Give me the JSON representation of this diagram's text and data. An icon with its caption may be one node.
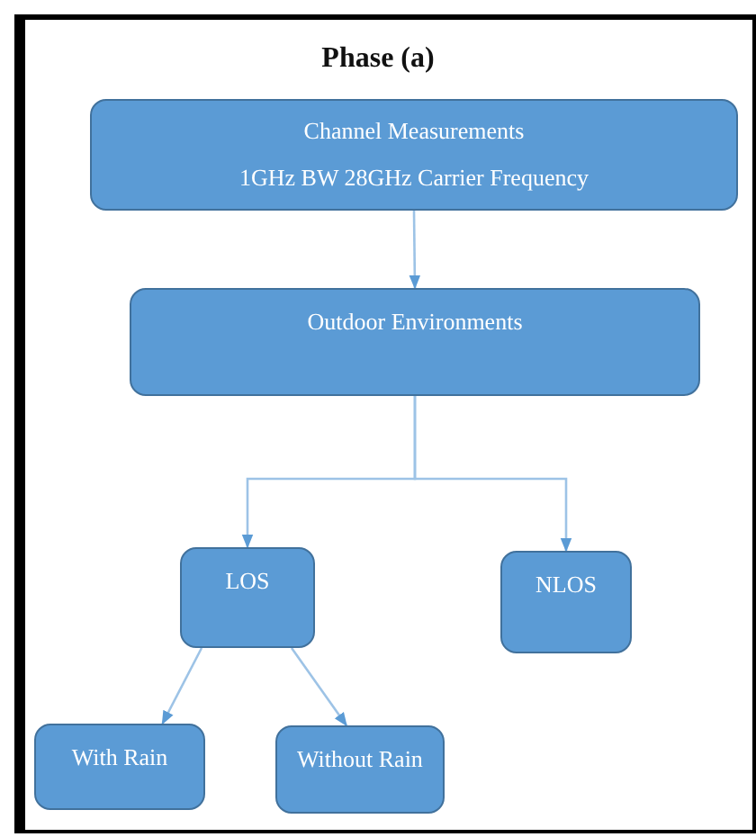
{
  "diagram": {
    "title": "Phase (a)",
    "nodes": [
      {
        "text": [
          "Channel Measurements",
          "1GHz BW 28GHz Carrier Frequency"
        ]
      },
      {
        "text": [
          "Outdoor Environments"
        ]
      },
      {
        "text": [
          "LOS"
        ]
      },
      {
        "text": [
          "NLOS"
        ]
      },
      {
        "text": [
          "With Rain"
        ]
      },
      {
        "text": [
          "Without Rain"
        ]
      }
    ],
    "edges": [
      {
        "from": 0,
        "to": 1,
        "arrow": "to"
      },
      {
        "from": 1,
        "to": 2,
        "arrow": "to"
      },
      {
        "from": 1,
        "to": 3,
        "arrow": "to"
      },
      {
        "from": 2,
        "to": 4,
        "arrow": "to"
      },
      {
        "from": 2,
        "to": 5,
        "arrow": "to"
      }
    ]
  }
}
